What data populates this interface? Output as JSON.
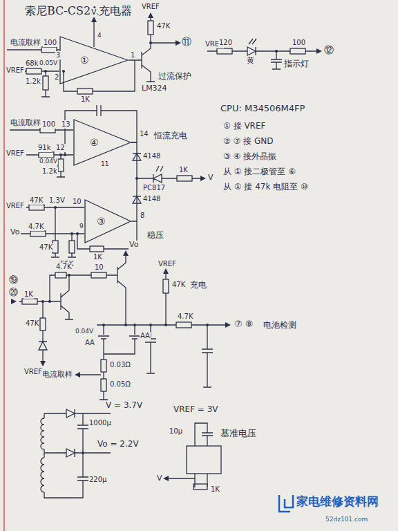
{
  "diagram": {
    "title": "索尼BC-CS2A充电器",
    "nodes": [
      {
        "text": [
          "①"
        ]
      },
      {
        "text": [
          "④"
        ]
      },
      {
        "text": [
          "③"
        ]
      }
    ],
    "edges": [
      {
        "from": 1,
        "to": 2,
        "arrow": "none"
      }
    ],
    "labels": [
      "电流取样",
      "100",
      "3",
      "V",
      "4",
      "1",
      "VREF",
      "47K",
      "⑪",
      "VREF",
      "68k",
      "0.05V",
      "2",
      "1K",
      "1.2k",
      "过流保护",
      "LM324",
      "VREF",
      "120",
      "黄",
      "100",
      "⑫",
      "指示灯",
      "CPU: M34506M4FP",
      "① 接 VREF",
      "② ⑦ 接 GND",
      "③ ④ 接外晶振",
      "从 ① 接二极管至 ⑥",
      "从 ① 接 47k 电阻至 ⑩",
      "电流取样",
      "100",
      "13",
      "VREF",
      "91k",
      "0.04V",
      "12",
      "1.2k",
      "14",
      "11",
      "恒流充电",
      "4148",
      "PC817",
      "1K",
      "V",
      "4148",
      "VREF",
      "47K",
      "1.3V",
      "10",
      "Vo",
      "4.7K",
      "9",
      "8",
      "47K",
      "56K",
      "1K",
      "稳压",
      "⑲",
      "⑳",
      "1K",
      "4.7K",
      "10",
      "Vo",
      "VREF",
      "47K",
      "充电",
      "4.7K",
      "⑦ ⑧",
      "电池检测",
      "47K",
      "0.04V",
      "AA",
      "AA",
      "电流取样",
      "0.03Ω",
      "0.05Ω",
      "VREF",
      "V = 3.7V",
      "1000μ",
      "Vo = 2.2V",
      "220μ",
      "VREF = 3V",
      "10μ",
      "基准电压",
      "V",
      "1K",
      "家电维修资料网",
      "52dz101.com"
    ]
  }
}
